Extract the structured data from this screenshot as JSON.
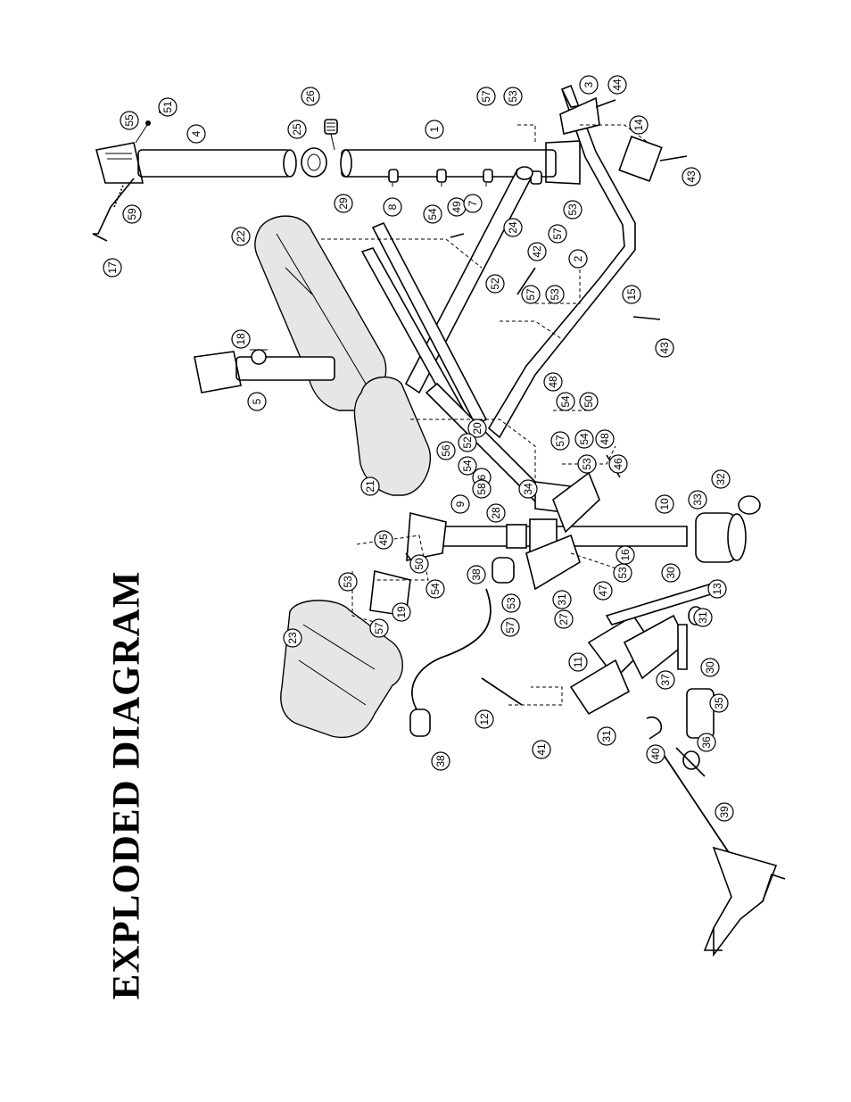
{
  "title": "EXPLODED DIAGRAM",
  "callouts": [
    {
      "label": "51"
    },
    {
      "label": "55"
    },
    {
      "label": "4"
    },
    {
      "label": "26"
    },
    {
      "label": "25"
    },
    {
      "label": "1"
    },
    {
      "label": "57"
    },
    {
      "label": "53"
    },
    {
      "label": "3"
    },
    {
      "label": "44"
    },
    {
      "label": "14"
    },
    {
      "label": "43"
    },
    {
      "label": "59"
    },
    {
      "label": "17"
    },
    {
      "label": "22"
    },
    {
      "label": "29"
    },
    {
      "label": "8"
    },
    {
      "label": "54"
    },
    {
      "label": "49"
    },
    {
      "label": "7"
    },
    {
      "label": "24"
    },
    {
      "label": "53"
    },
    {
      "label": "57"
    },
    {
      "label": "2"
    },
    {
      "label": "42"
    },
    {
      "label": "52"
    },
    {
      "label": "57"
    },
    {
      "label": "53"
    },
    {
      "label": "15"
    },
    {
      "label": "43"
    },
    {
      "label": "18"
    },
    {
      "label": "5"
    },
    {
      "label": "48"
    },
    {
      "label": "54"
    },
    {
      "label": "50"
    },
    {
      "label": "20"
    },
    {
      "label": "52"
    },
    {
      "label": "56"
    },
    {
      "label": "21"
    },
    {
      "label": "57"
    },
    {
      "label": "54"
    },
    {
      "label": "48"
    },
    {
      "label": "53"
    },
    {
      "label": "46"
    },
    {
      "label": "6"
    },
    {
      "label": "54"
    },
    {
      "label": "58"
    },
    {
      "label": "34"
    },
    {
      "label": "9"
    },
    {
      "label": "28"
    },
    {
      "label": "10"
    },
    {
      "label": "32"
    },
    {
      "label": "33"
    },
    {
      "label": "45"
    },
    {
      "label": "16"
    },
    {
      "label": "53"
    },
    {
      "label": "47"
    },
    {
      "label": "50"
    },
    {
      "label": "54"
    },
    {
      "label": "53"
    },
    {
      "label": "19"
    },
    {
      "label": "38"
    },
    {
      "label": "30"
    },
    {
      "label": "13"
    },
    {
      "label": "53"
    },
    {
      "label": "57"
    },
    {
      "label": "31"
    },
    {
      "label": "27"
    },
    {
      "label": "57"
    },
    {
      "label": "31"
    },
    {
      "label": "23"
    },
    {
      "label": "11"
    },
    {
      "label": "30"
    },
    {
      "label": "37"
    },
    {
      "label": "12"
    },
    {
      "label": "35"
    },
    {
      "label": "31"
    },
    {
      "label": "40"
    },
    {
      "label": "36"
    },
    {
      "label": "41"
    },
    {
      "label": "38"
    },
    {
      "label": "39"
    }
  ]
}
